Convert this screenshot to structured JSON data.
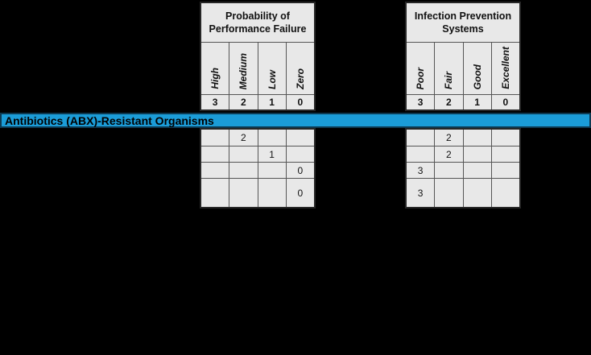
{
  "canvas": {
    "background_color": "#000000"
  },
  "banner": {
    "label": "Antibiotics (ABX)-Resistant Organisms",
    "fill_color": "#1b9cd8",
    "text_color": "#000000"
  },
  "colors": {
    "cell_fill": "#e8e8e8",
    "grid_line": "#555555",
    "outer_border": "#262626"
  },
  "tables": [
    {
      "id": "probability-of-performance-failure",
      "title": "Probability of\nPerformance Failure",
      "columns": [
        {
          "label": "High",
          "score": "3"
        },
        {
          "label": "Medium",
          "score": "2"
        },
        {
          "label": "Low",
          "score": "1"
        },
        {
          "label": "Zero",
          "score": "0"
        }
      ],
      "rows": [
        [
          "",
          "2",
          "",
          ""
        ],
        [
          "",
          "",
          "1",
          ""
        ],
        [
          "",
          "",
          "",
          "0"
        ],
        [
          "",
          "",
          "",
          "0"
        ]
      ]
    },
    {
      "id": "infection-prevention-systems",
      "title": "Infection Prevention\nSystems",
      "columns": [
        {
          "label": "Poor",
          "score": "3"
        },
        {
          "label": "Fair",
          "score": "2"
        },
        {
          "label": "Good",
          "score": "1"
        },
        {
          "label": "Excellent",
          "score": "0"
        }
      ],
      "rows": [
        [
          "",
          "2",
          "",
          ""
        ],
        [
          "",
          "2",
          "",
          ""
        ],
        [
          "3",
          "",
          "",
          ""
        ],
        [
          "3",
          "",
          "",
          ""
        ]
      ]
    }
  ]
}
